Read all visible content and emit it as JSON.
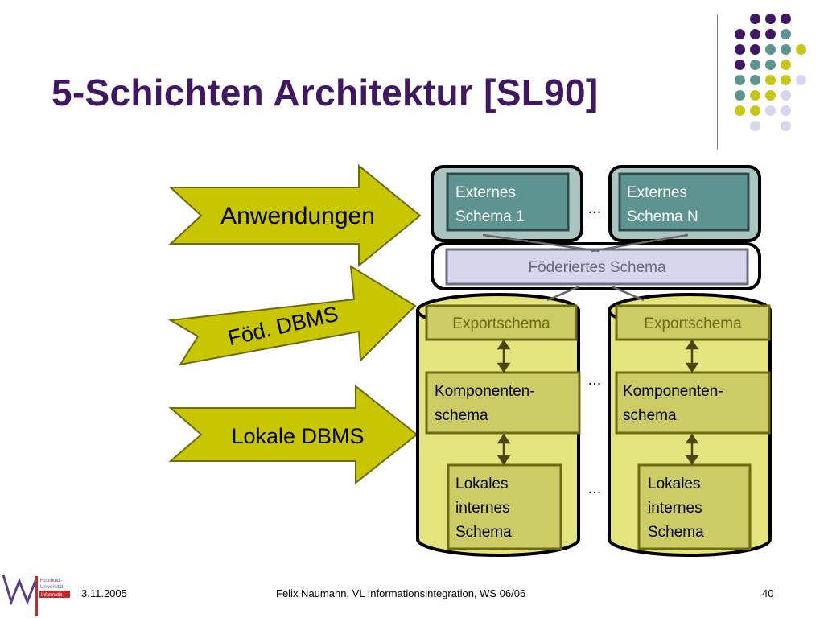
{
  "title": "5-Schichten Architektur [SL90]",
  "layers": {
    "applications": "Anwendungen",
    "federated_dbms": "Föd. DBMS",
    "local_dbms": "Lokale DBMS"
  },
  "diagram": {
    "external_schema_1": [
      "Externes",
      "Schema 1"
    ],
    "external_schema_n": [
      "Externes",
      "Schema N"
    ],
    "federated_schema": "Föderiertes Schema",
    "export_schema": "Exportschema",
    "component_schema": [
      "Komponenten-",
      "schema"
    ],
    "local_internal_schema": [
      "Lokales",
      "internes",
      "Schema"
    ],
    "ellipsis": "..."
  },
  "footer": {
    "date": "3.11.2005",
    "center": "Felix Naumann, VL Informationsintegration, WS 06/06",
    "page": "40",
    "logo_text": [
      "Humboldt-",
      "Universität",
      "Informatik"
    ]
  },
  "colors": {
    "purple": "#3f1763",
    "teal": "#5e9490",
    "lime": "#c8c618",
    "lavender": "#d8d6ec",
    "cylinder_fill": "#e4e47e",
    "box_olive_fill": "#cccc66",
    "box_olive_border": "#6e6a12",
    "arrow_fill": "#c8c600"
  }
}
